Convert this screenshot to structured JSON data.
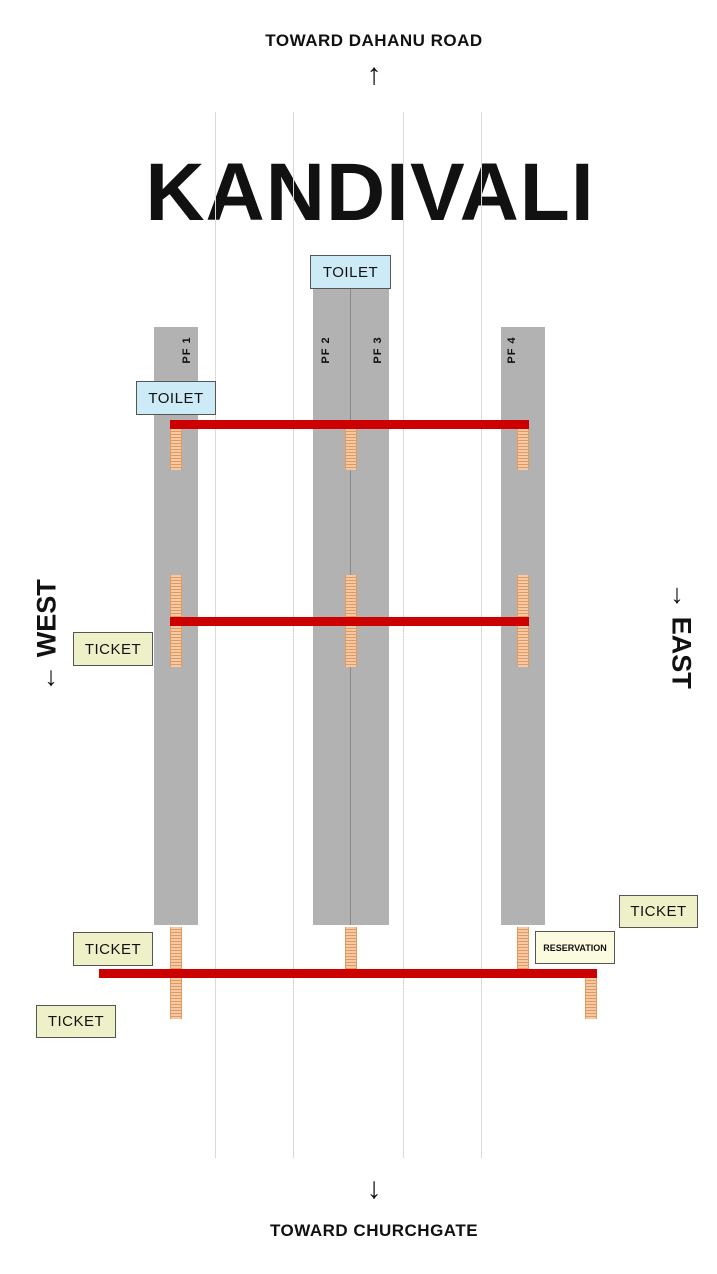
{
  "header": {
    "north_label": "TOWARD DAHANU ROAD",
    "north_arrow": "↑",
    "station_name": "KANDIVALI"
  },
  "footer": {
    "south_arrow": "↓",
    "south_label": "TOWARD CHURCHGATE"
  },
  "sides": {
    "west": "← WEST",
    "east": "→ EAST"
  },
  "platforms": {
    "pf1": "PF 1",
    "pf2": "PF 2",
    "pf3": "PF 3",
    "pf4": "PF 4"
  },
  "facilities": {
    "toilet_top": "TOILET",
    "toilet_pf1": "TOILET",
    "ticket_west_mid": "TICKET",
    "ticket_west_south": "TICKET",
    "ticket_west_far": "TICKET",
    "ticket_east": "TICKET",
    "reservation": "RESERVATION"
  },
  "colors": {
    "platform": "#b2b2b2",
    "footbridge": "#cc0000",
    "staircase": "#f5c9a6",
    "toilet_box": "#cdeaf7",
    "ticket_box": "#eef0c8"
  }
}
